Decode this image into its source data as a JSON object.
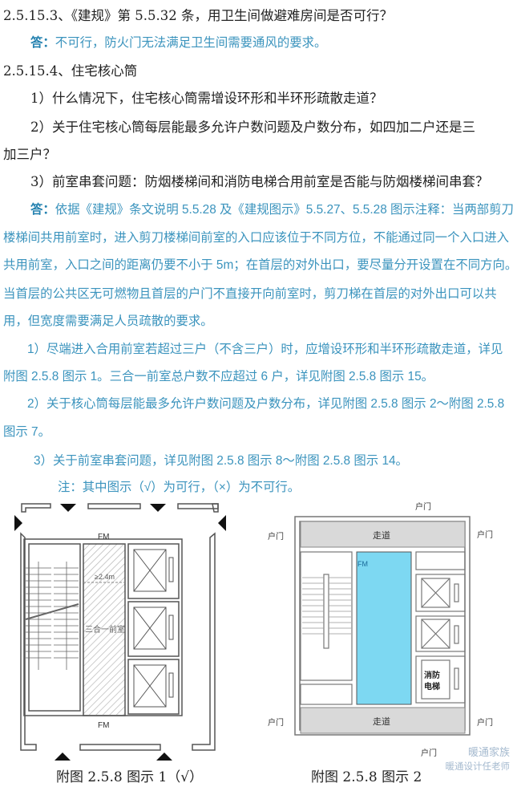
{
  "q1": {
    "title": "2.5.15.3、《建规》第 5.5.32 条，用卫生间做避难房间是否可行？",
    "answer_label": "答：",
    "answer": "不可行，防火门无法满足卫生间需要通风的要求。"
  },
  "q2": {
    "title": "2.5.15.4、住宅核心筒",
    "items": [
      "1）什么情况下，住宅核心筒需增设环形和半环形疏散走道？",
      "2）关于住宅核心筒每层能最多允许户数问题及户数分布，如四加二户还是三",
      "加三户？",
      "3）前室串套问题：防烟楼梯间和消防电梯合用前室是否能与防烟楼梯间串套？"
    ],
    "answer_label": "答：",
    "answer_lines": [
      "依据《建规》条文说明 5.5.28 及《建规图示》5.5.27、5.5.28 图示注释：当两部剪刀",
      "楼梯间共用前室时，进入剪刀楼梯间前室的入口应该位于不同方位，不能通过同一个入口进入",
      "共用前室，入口之间的距离仍要不小于 5m；在首层的对外出口，要尽量分开设置在不同方向。",
      "当首层的公共区无可燃物且首层的户门不直接开向前室时，剪刀梯在首层的对外出口可以共",
      "用，但宽度需要满足人员疏散的要求。",
      "1）尽端进入合用前室若超过三户（不含三户）时，应增设环形和半环形疏散走道，详见",
      "附图  2.5.8 图示 1。三合一前室总户数不应超过 6 户，详见附图  2.5.8 图示 15。",
      "2）关于核心筒每层能最多允许户数问题及户数分布，详见附图 2.5.8 图示 2～附图 2.5.8",
      "图示 7。",
      "3）关于前室串套问题，详见附图 2.5.8 图示 8～附图 2.5.8 图示 14。",
      "注：其中图示（√）为可行，（×）为不可行。"
    ]
  },
  "figure1": {
    "caption": "附图  2.5.8 图示 1（√）",
    "fm": "FM",
    "width_label": "≥2.4m",
    "room_label": "三合一前室"
  },
  "figure2": {
    "caption": "附图  2.5.8 图示 2",
    "corridor": "走道",
    "door": "户门",
    "fm": "FM",
    "fire_elevator_1": "消防",
    "fire_elevator_2": "电梯"
  },
  "watermark": {
    "line1": "暖通家族",
    "line2": "暖通设计任老师"
  },
  "colors": {
    "answer_text": "#3a93bd",
    "antechamber_fill": "#7dd8f2",
    "corridor_fill": "#d9d9d9"
  }
}
